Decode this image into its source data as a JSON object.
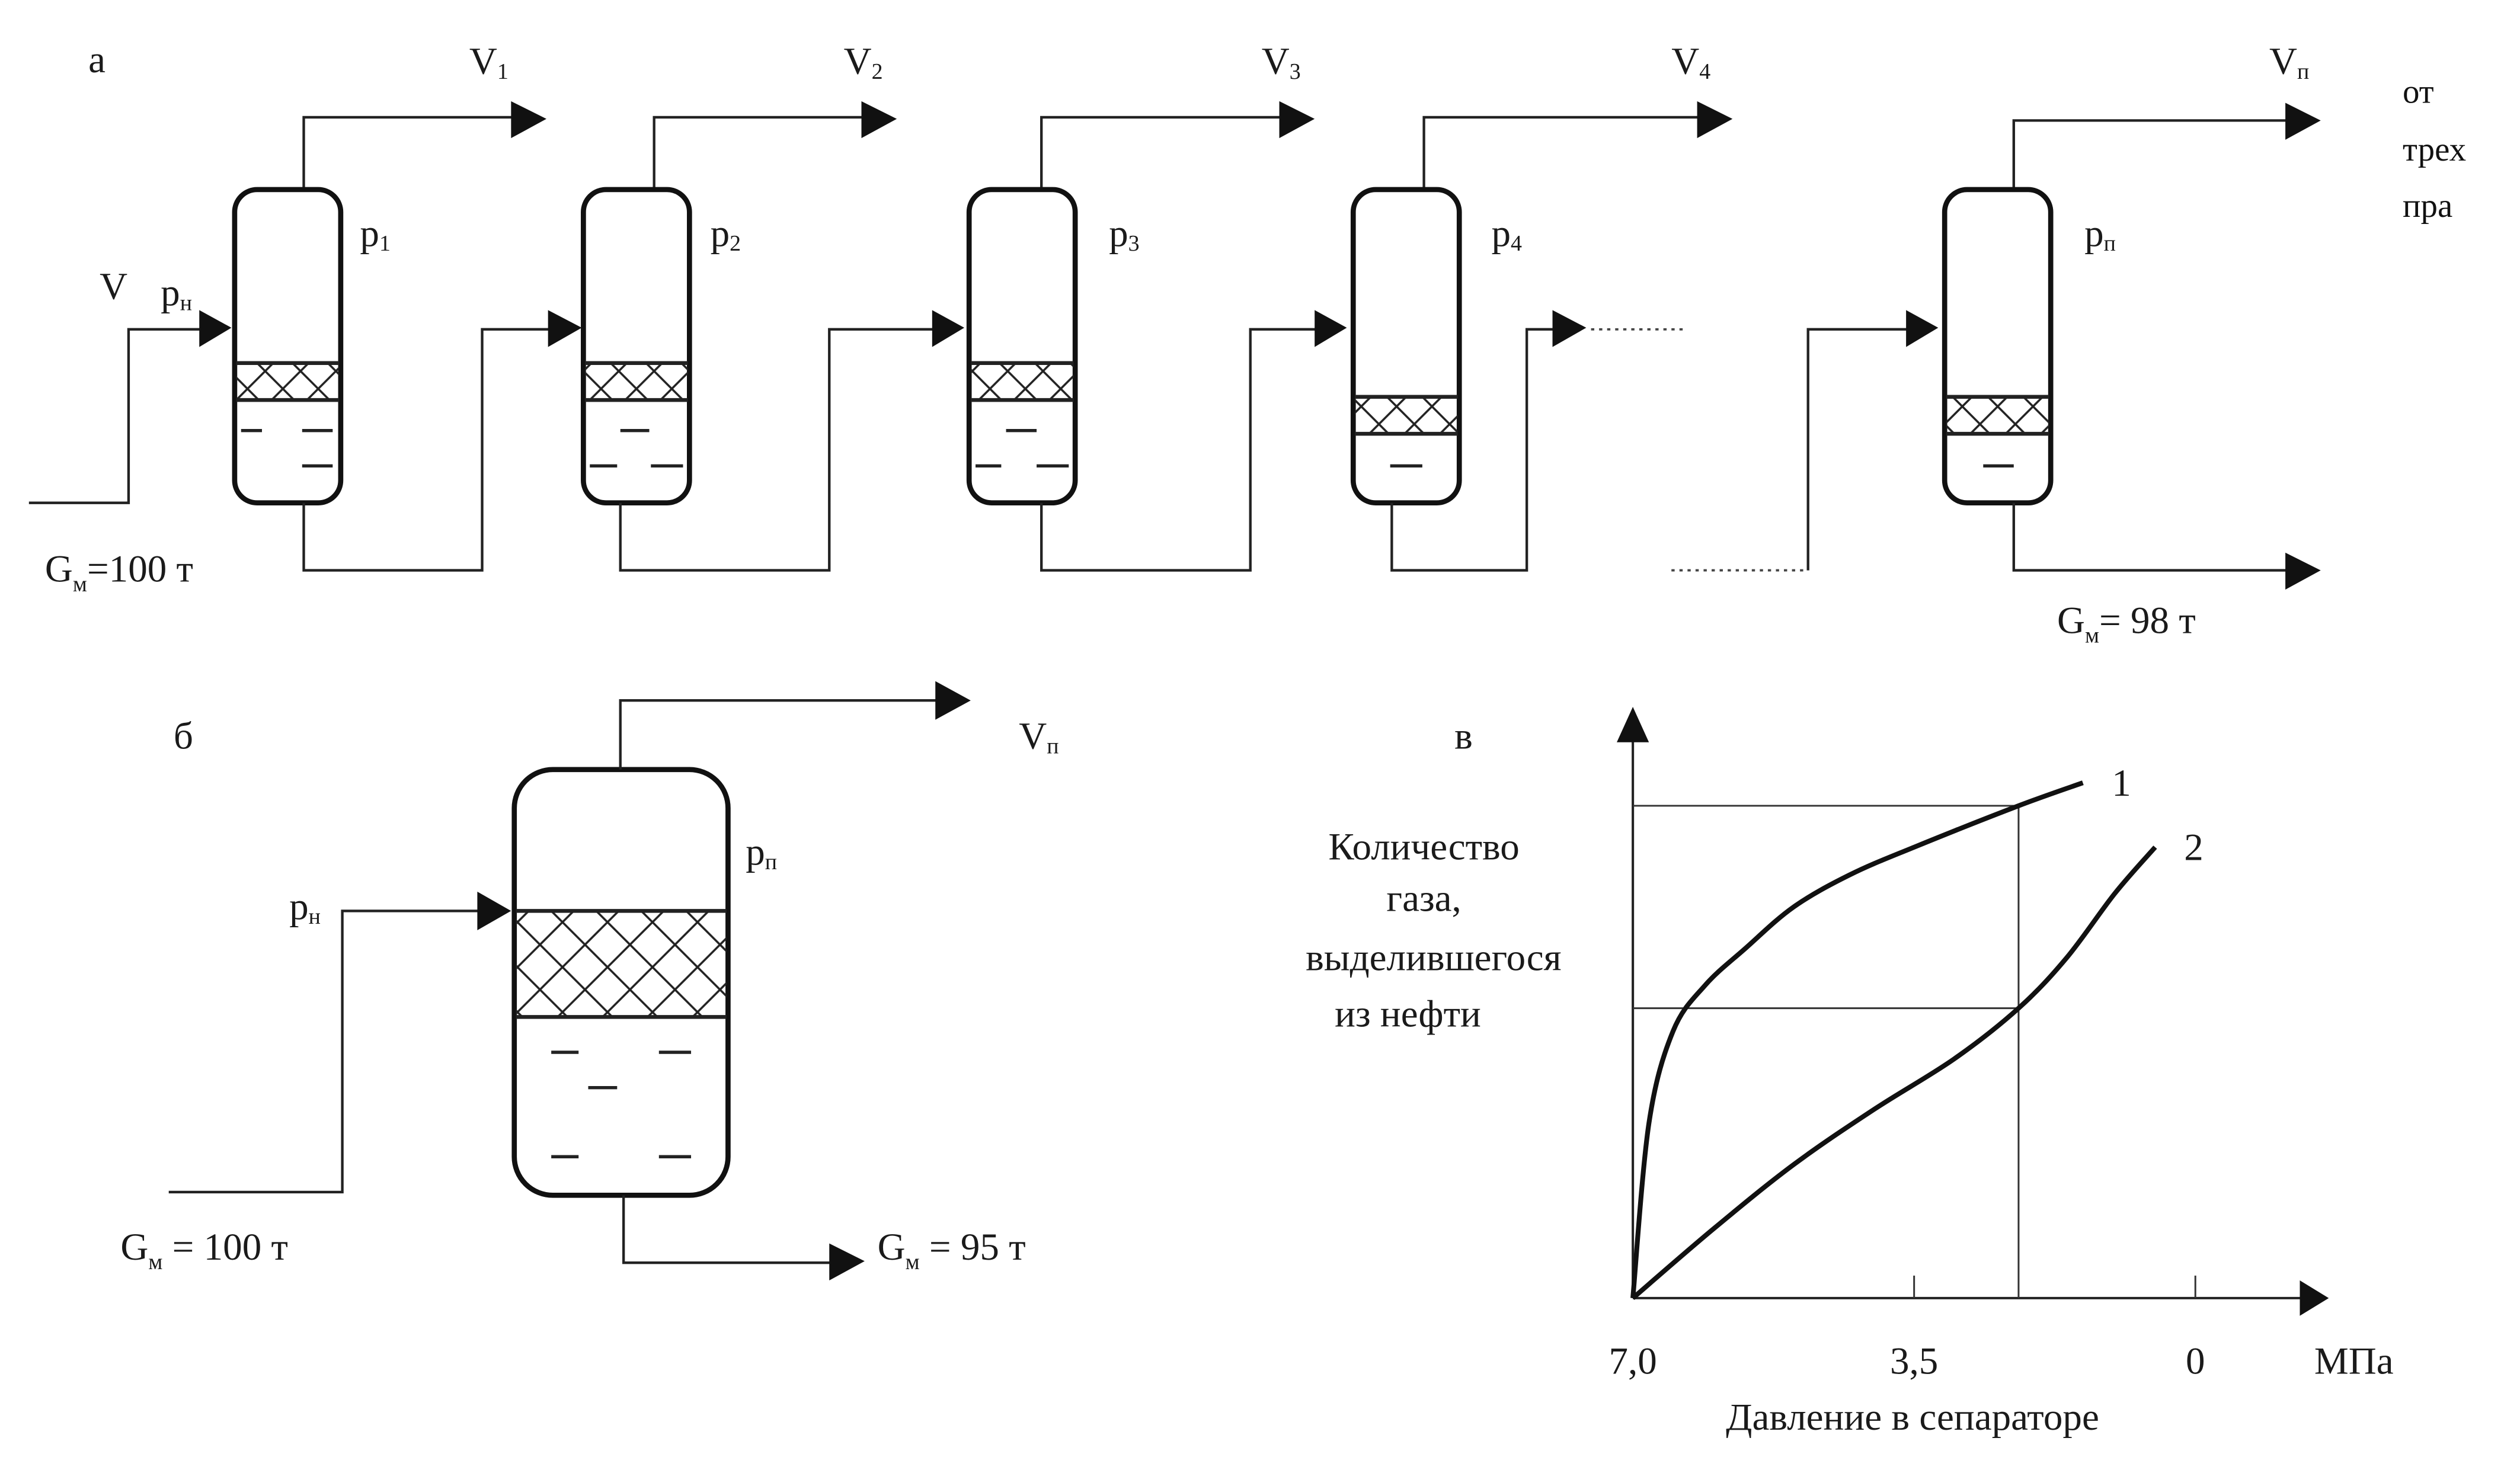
{
  "panel_a": {
    "label": "а",
    "inlet": {
      "V": "V",
      "p": "p",
      "p_sub": "н",
      "mass": "G",
      "mass_sub": "м",
      "mass_value": "=100 т"
    },
    "outlet": {
      "mass": "G",
      "mass_sub": "м",
      "mass_value": "= 98 т"
    },
    "stages": [
      {
        "gas": "V",
        "gas_sub": "1",
        "pressure": "p",
        "pressure_sub": "1"
      },
      {
        "gas": "V",
        "gas_sub": "2",
        "pressure": "p",
        "pressure_sub": "2"
      },
      {
        "gas": "V",
        "gas_sub": "3",
        "pressure": "p",
        "pressure_sub": "3"
      },
      {
        "gas": "V",
        "gas_sub": "4",
        "pressure": "p",
        "pressure_sub": "4"
      },
      {
        "gas": "V",
        "gas_sub": "п",
        "pressure": "p",
        "pressure_sub": "п"
      }
    ]
  },
  "panel_b": {
    "label": "б",
    "gas": "V",
    "gas_sub": "п",
    "pressure": "p",
    "pressure_sub": "п",
    "inlet_pressure": "p",
    "inlet_pressure_sub": "н",
    "inlet_mass": "G",
    "inlet_mass_sub": "м",
    "inlet_mass_value": " = 100 т",
    "outlet_mass": "G",
    "outlet_mass_sub": "м",
    "outlet_mass_value": " = 95 т"
  },
  "side_text": [
    "от",
    "трех",
    "пра"
  ],
  "chart_data": {
    "type": "line",
    "panel_label": "в",
    "title": "",
    "ylabel": [
      "Количество",
      "газа,",
      "выделившегося",
      "из  нефти"
    ],
    "xlabel": "Давление  в  сепараторе",
    "x_unit": "МПа",
    "x_ticks": [
      "7,0",
      "3,5",
      "0"
    ],
    "x_tick_values": [
      7.0,
      3.5,
      0
    ],
    "xlim": [
      7.0,
      -1.2
    ],
    "ylim": [
      0,
      1.25
    ],
    "grid": false,
    "reference_pressure": 2.2,
    "series": [
      {
        "name": "1",
        "x": [
          7.0,
          6.8,
          6.5,
          6.1,
          5.6,
          5.0,
          4.3,
          3.5,
          2.2,
          1.4
        ],
        "y": [
          0,
          0.38,
          0.58,
          0.68,
          0.76,
          0.85,
          0.92,
          0.98,
          1.07,
          1.12
        ]
      },
      {
        "name": "2",
        "x": [
          7.0,
          6.0,
          5.0,
          4.0,
          3.0,
          2.2,
          1.6,
          1.0,
          0.5
        ],
        "y": [
          0,
          0.15,
          0.29,
          0.41,
          0.52,
          0.63,
          0.74,
          0.88,
          0.98
        ]
      }
    ]
  }
}
